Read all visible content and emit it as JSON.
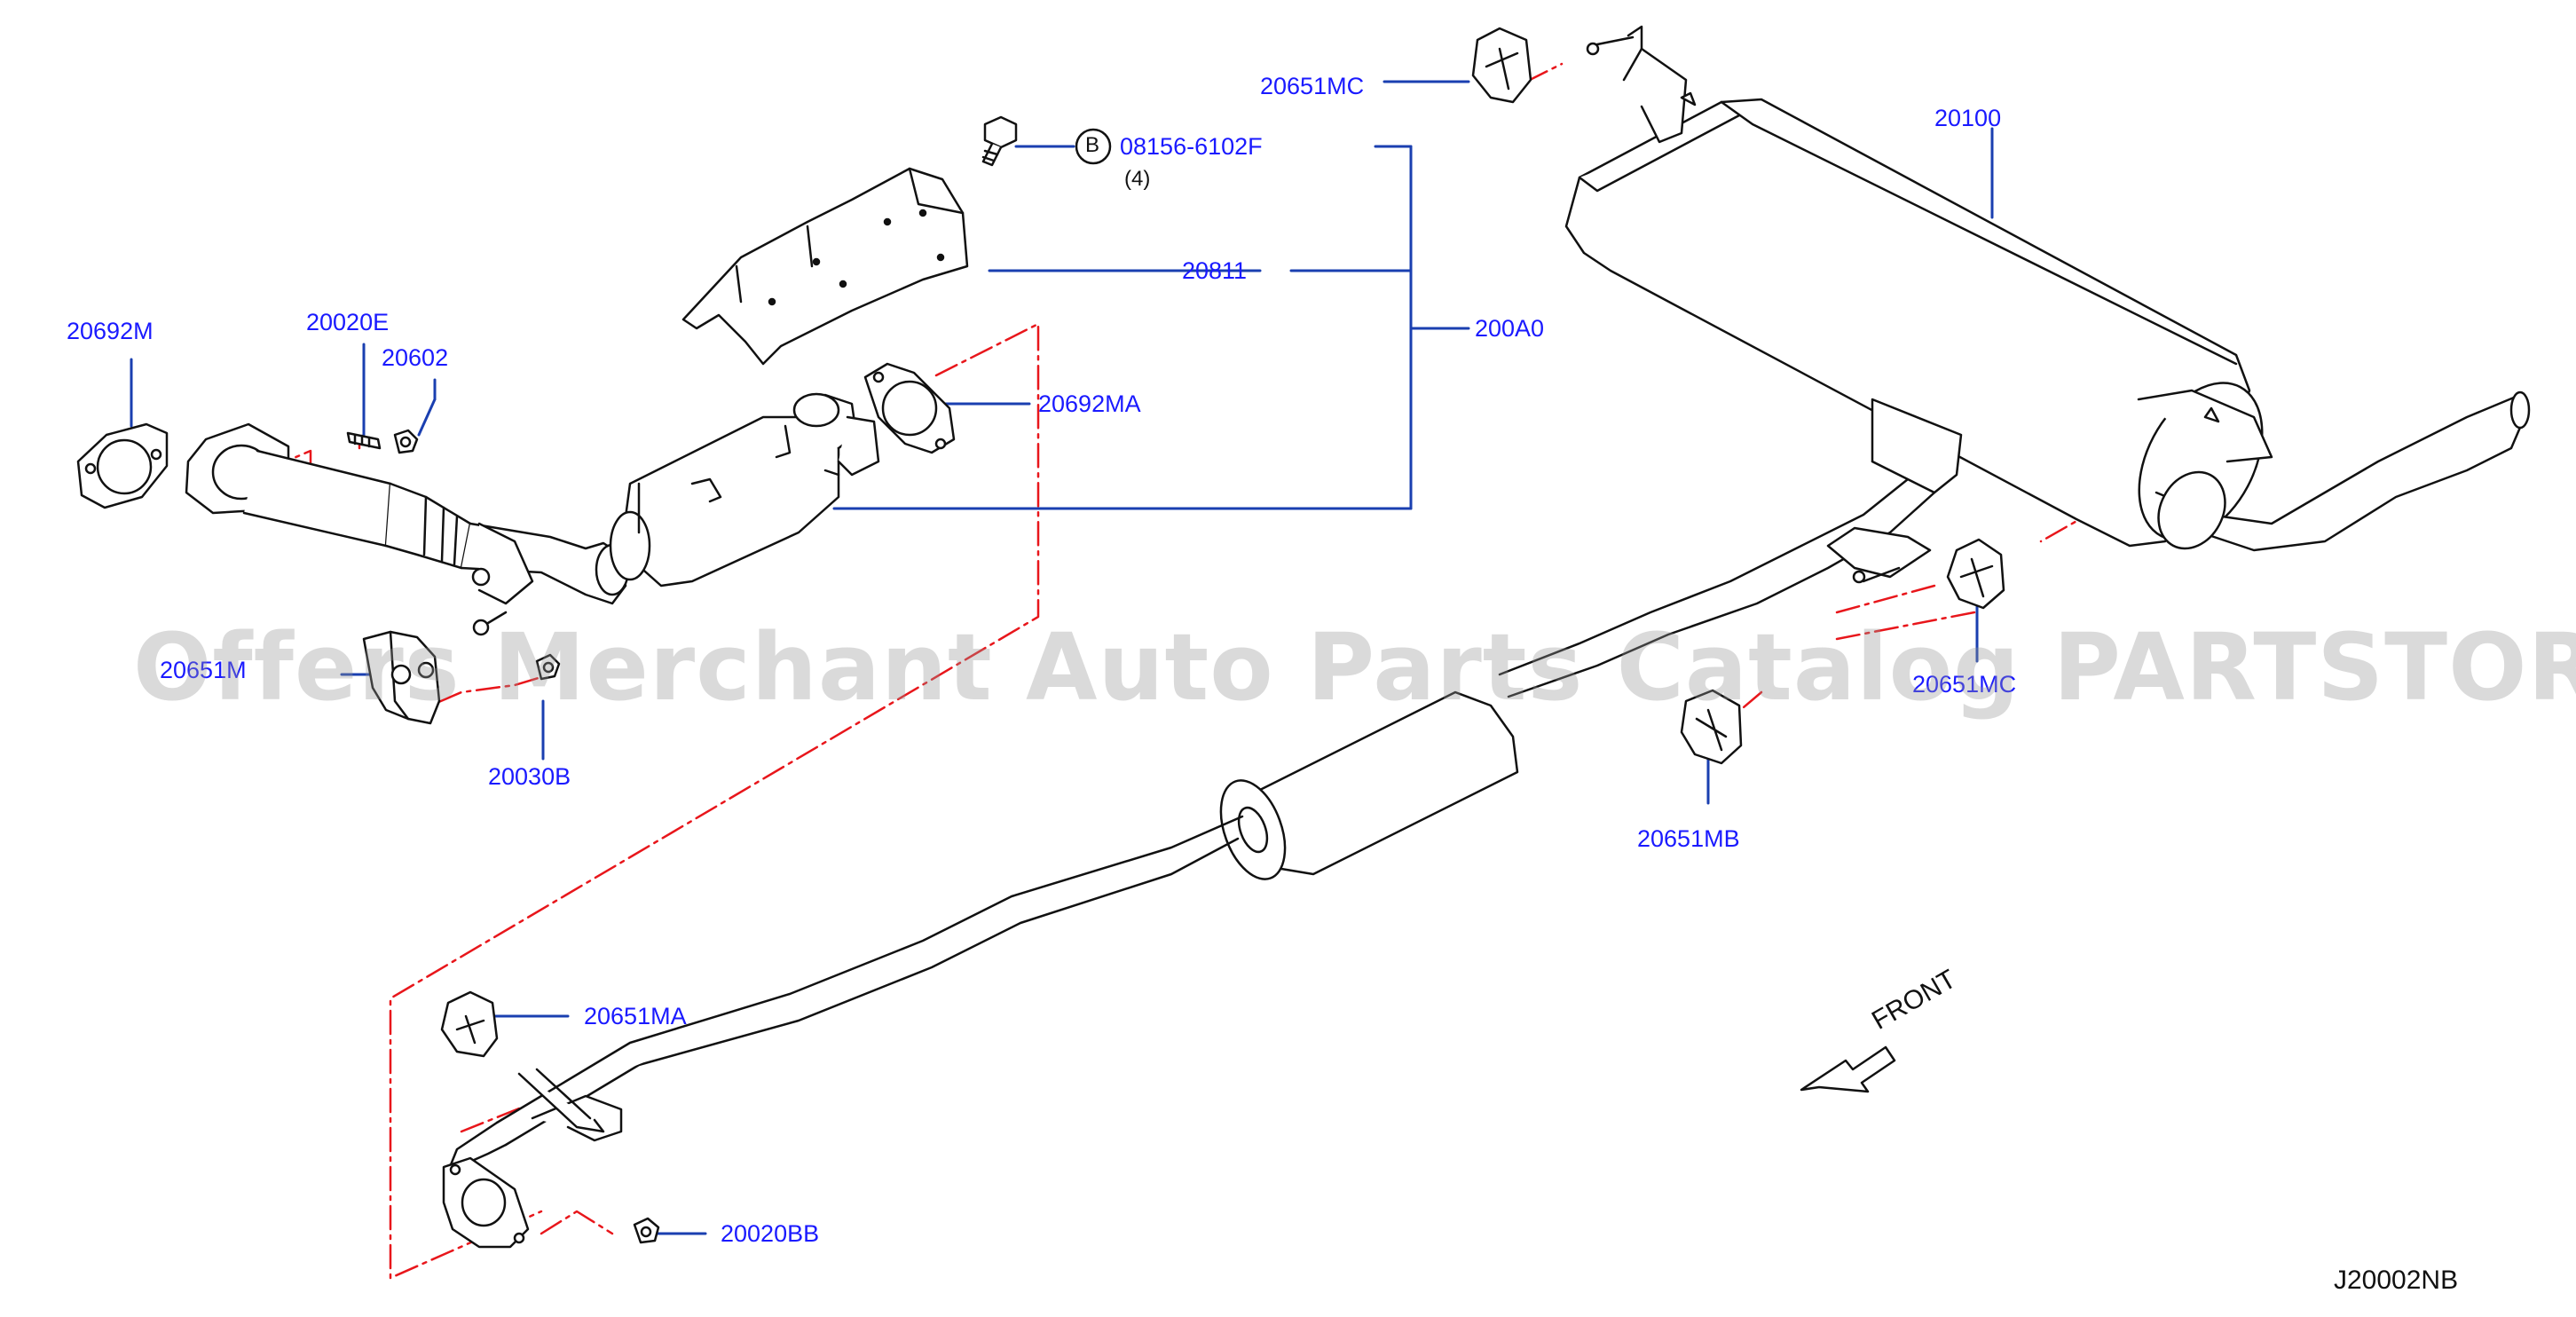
{
  "parts": [
    {
      "id": "p-20692m",
      "label": "20692M"
    },
    {
      "id": "p-20020e",
      "label": "20020E"
    },
    {
      "id": "p-20602",
      "label": "20602"
    },
    {
      "id": "p-20651m",
      "label": "20651M"
    },
    {
      "id": "p-20030b",
      "label": "20030B"
    },
    {
      "id": "p-20811",
      "label": "20811"
    },
    {
      "id": "p-200a0",
      "label": "200A0"
    },
    {
      "id": "p-20692ma",
      "label": "20692MA"
    },
    {
      "id": "p-08156",
      "label": "08156-6102F"
    },
    {
      "id": "p-20651mc-top",
      "label": "20651MC"
    },
    {
      "id": "p-20100",
      "label": "20100"
    },
    {
      "id": "p-20651mc-right",
      "label": "20651MC"
    },
    {
      "id": "p-20651mb",
      "label": "20651MB"
    },
    {
      "id": "p-20651ma",
      "label": "20651MA"
    },
    {
      "id": "p-20020bb",
      "label": "20020BB"
    }
  ],
  "bolt_marker": "B",
  "bolt_qty": "(4)",
  "front_label": "FRONT",
  "diagram_code": "J20002NB",
  "watermark": "Offers Merchant Auto Parts Catalog PARTSTORE.SA",
  "colors": {
    "label_blue": "#1a1aff",
    "phantom_red": "#e8161b",
    "outline": "#111111"
  }
}
